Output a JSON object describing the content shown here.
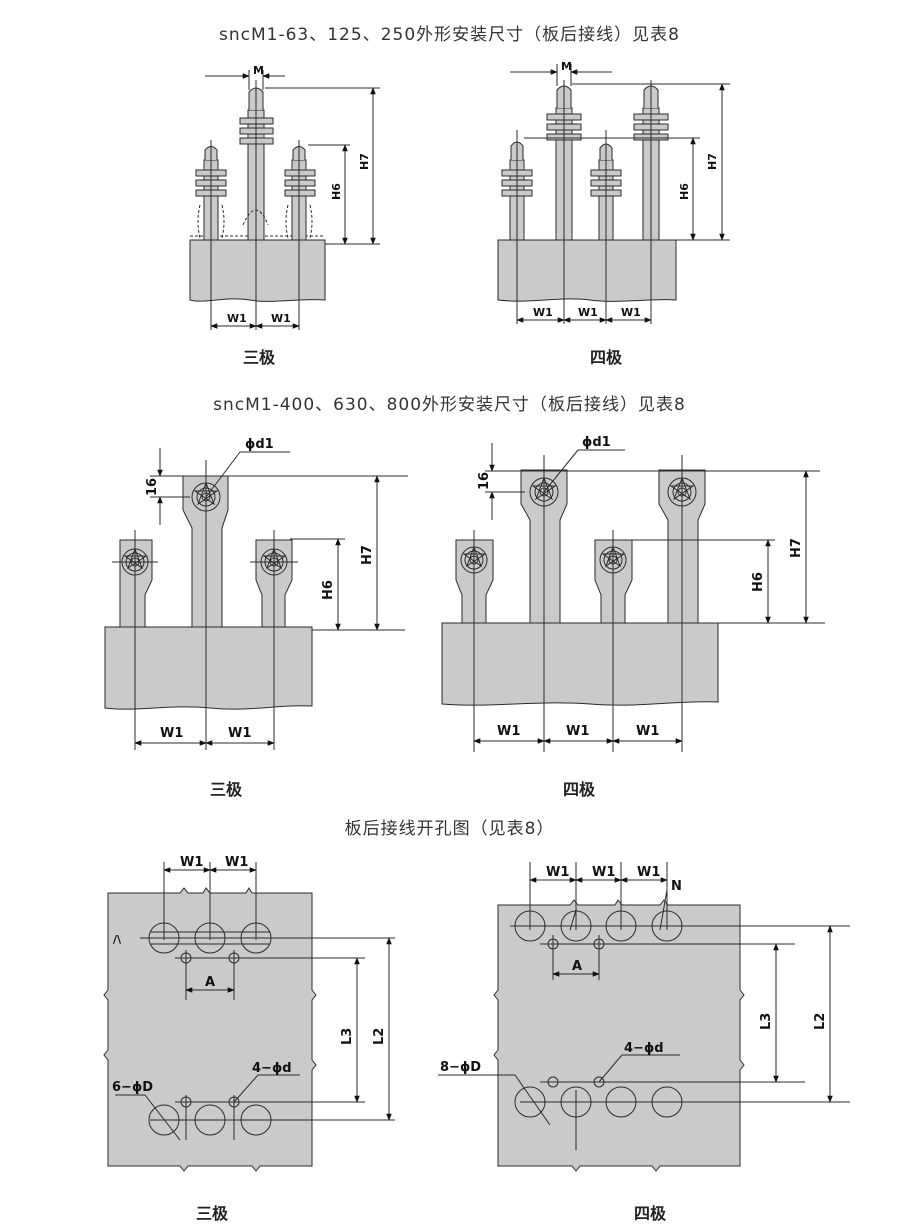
{
  "headings": {
    "h1": "sncM1-63、125、250外形安装尺寸（板后接线）见表8",
    "h2": "sncM1-400、630、800外形安装尺寸（板后接线）见表8",
    "h3": "板后接线开孔图（见表8）"
  },
  "captions": {
    "three_pole": "三极",
    "four_pole": "四极"
  },
  "labels": {
    "M": "M",
    "H6": "H6",
    "H7": "H7",
    "W1": "W1",
    "phi_d1": "ϕd1",
    "d16": "16",
    "A": "A",
    "L2": "L2",
    "L3": "L3",
    "N": "N",
    "four_phi_d": "4−ϕd",
    "six_phi_D": "6−ϕD",
    "eight_phi_D": "8−ϕD",
    "sep": "/\\"
  },
  "colors": {
    "body_fill": "#c9cacc",
    "stroke": "#2b2b2b"
  }
}
